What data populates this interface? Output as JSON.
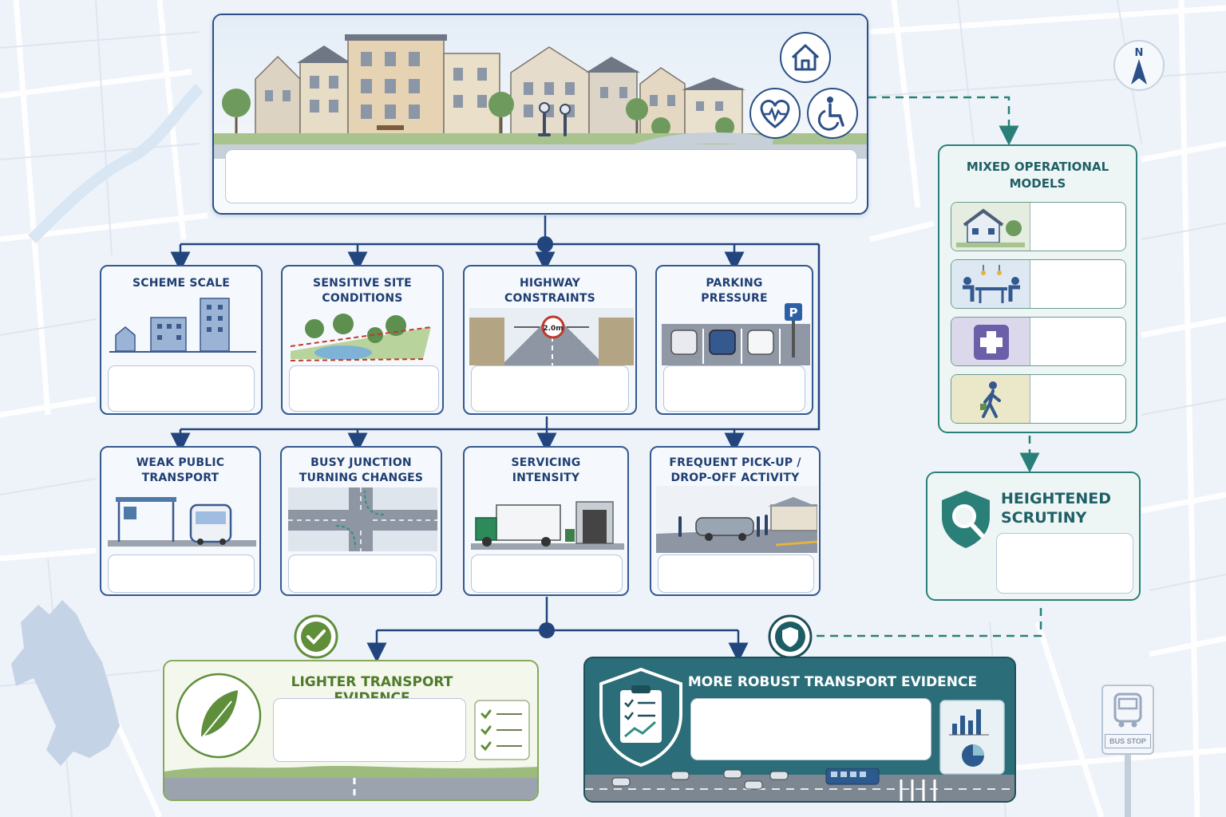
{
  "diagram": {
    "factors_row1": [
      {
        "title": "SCHEME SCALE"
      },
      {
        "title": "SENSITIVE SITE\nCONDITIONS"
      },
      {
        "title": "HIGHWAY\nCONSTRAINTS"
      },
      {
        "title": "PARKING\nPRESSURE"
      }
    ],
    "factors_row2": [
      {
        "title": "WEAK PUBLIC\nTRANSPORT"
      },
      {
        "title": "BUSY JUNCTION\nTURNING CHANGES"
      },
      {
        "title": "SERVICING\nINTENSITY"
      },
      {
        "title": "FREQUENT PICK-UP /\nDROP-OFF ACTIVITY"
      }
    ],
    "width_sign": "2.0m",
    "parking_sign": "P",
    "side_panel": {
      "title": "MIXED OPERATIONAL\nMODELS",
      "options": [
        "residential-home",
        "communal-dining",
        "healthcare-cross",
        "visitor-walking"
      ]
    },
    "scrutiny": {
      "title": "HEIGHTENED\nSCRUTINY"
    },
    "outcomes": {
      "lighter": "LIGHTER TRANSPORT EVIDENCE",
      "robust": "MORE ROBUST TRANSPORT EVIDENCE"
    },
    "compass": "N",
    "bus_stop": "BUS STOP",
    "colors": {
      "navy": "#2b4f86",
      "teal": "#2a8078",
      "green": "#86a95a",
      "robust_fill": "#2b6d78"
    }
  }
}
